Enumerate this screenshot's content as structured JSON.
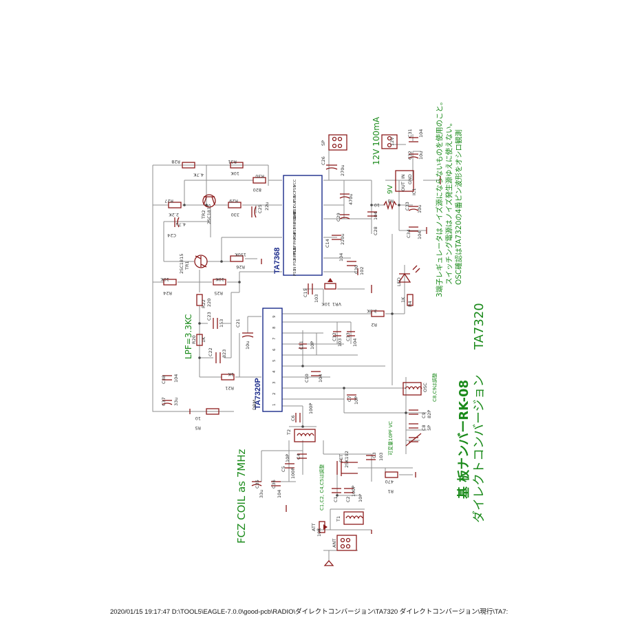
{
  "chips": {
    "ta7368": "TA7368",
    "ta7320p": "TA7320P",
    "ta7368_pins": [
      "VCC",
      "PS9",
      "NC",
      "PS8",
      "OUT",
      "PS7",
      "GND",
      "PS6",
      "PRE-GND",
      "PS5",
      "PS4",
      "PHASE",
      "NF",
      "PS3",
      "RIPPLE",
      "PS2",
      "IN",
      "PS1"
    ],
    "ta7320_pins": [
      "9",
      "8",
      "7",
      "6",
      "5",
      "4",
      "3",
      "2",
      "1"
    ]
  },
  "notes": {
    "title1": "基 板ナンバーRK-08",
    "title2": "ダイレクトコンバージョン",
    "title3": "TA7320",
    "fcz": "FCZ COIL as 7MHz",
    "lpf": "LPF=3.3KC",
    "supply": "12V  100mA",
    "nine_v": "9V",
    "reg1": "3端子レギュレータはノイズ源にならないものを使用のこと。",
    "reg2": "スイッチング電源はノイズ発生源ゆえに使えない。",
    "osc": "OSC確認はTA7320の4番ピン波形をオシロ観測",
    "ad1": "C1,C2, C4,C5は調整",
    "ad2": "C8,C9は調整",
    "ad3": "可変量10PF VC"
  },
  "labels": {
    "r28": "R28",
    "r28v": "4.7K",
    "r31": "R31",
    "r31v": "10K",
    "r30": "R30",
    "r30v": "820",
    "r29": "R29",
    "r29v": "330",
    "r27": "R27",
    "r27v": "2.2K",
    "c25": "C25",
    "c25v": "22u",
    "c24": "C24",
    "c24v": "4.7u",
    "tr2": "TR2",
    "tr2v": "2SC1815",
    "tr1": "TR1",
    "tr1v": "2SC1815",
    "r26": "R26",
    "r26v": "150K",
    "r24": "R24",
    "r24v": "10K",
    "r25": "R25",
    "r25v": "10K",
    "r22": "R22",
    "r22v": "220",
    "c23": "C23",
    "c23v": "153",
    "r20": "R20",
    "r20v": "1K",
    "c22": "C22",
    "c22v": "823",
    "r21": "R21",
    "r21v": "1K",
    "c21": "C21",
    "c21v": "10u",
    "c38": "C38",
    "c38v": "104",
    "c37": "C37",
    "c37v": "33u",
    "r5": "R5",
    "r5v": "10",
    "c35": "C35",
    "c35v": "33u",
    "c36": "C36",
    "c36v": "104",
    "c26": "C26",
    "c26v": "270u",
    "sp": "SP",
    "c27": "C27",
    "c27v": "470u",
    "c28": "C28",
    "c28v": "104",
    "c29": "C29",
    "c29v": "220u",
    "c30": "C30",
    "c30v": "102",
    "c31": "C31",
    "c31v": "104",
    "c32": "C32",
    "c32v": "10u",
    "c33": "C33",
    "c33v": "10u",
    "c34": "C34",
    "c34v": "104",
    "c10": "C10",
    "c10v": "104",
    "c11": "C11",
    "c11v": "10P",
    "c12": "C12",
    "c12v": "103",
    "c13": "C13",
    "c13v": "104",
    "c14": "C14",
    "c14v": "104",
    "c15": "C15",
    "c15v": "103",
    "c7": "C7",
    "c7v": "10P",
    "c6": "C6",
    "c6v": "100P",
    "c3": "C3",
    "c3v": "103",
    "c1": "C1",
    "c1v": "100P",
    "c2": "C2",
    "c2v": "10P",
    "c4": "C4",
    "c4v": "10P",
    "c5": "C5",
    "c5v": "100P",
    "c8": "C8",
    "c8v": "5P",
    "c9": "C9",
    "c9v": "82P",
    "vr1": "VR1",
    "vr1v": "10K",
    "r2": "R2",
    "r2v": "3.3K",
    "r3": "R3",
    "r3v": "10",
    "r4": "R4",
    "r4v": "1K",
    "r1": "R1",
    "r1v": "470",
    "led": "LED",
    "ic1": "IC1",
    "fet": "FET",
    "fetv": "2SK192",
    "t1": "T1",
    "t2": "T2",
    "osc": "OSC",
    "att": "ATT",
    "attv": "10K",
    "ant": "ANT",
    "v12": "12V",
    "reg_in": "IN",
    "reg_out": "OUT",
    "reg_gnd": "GND",
    "dbm": "DBM"
  },
  "footer": "2020/01/15 19:17:47  D:\\TOOL5\\EAGLE-7.0.0\\good-pcb\\RADIO\\ダイレクトコンバージョン\\TA7320 ダイレクトコンバージョン\\現行\\TA7:"
}
